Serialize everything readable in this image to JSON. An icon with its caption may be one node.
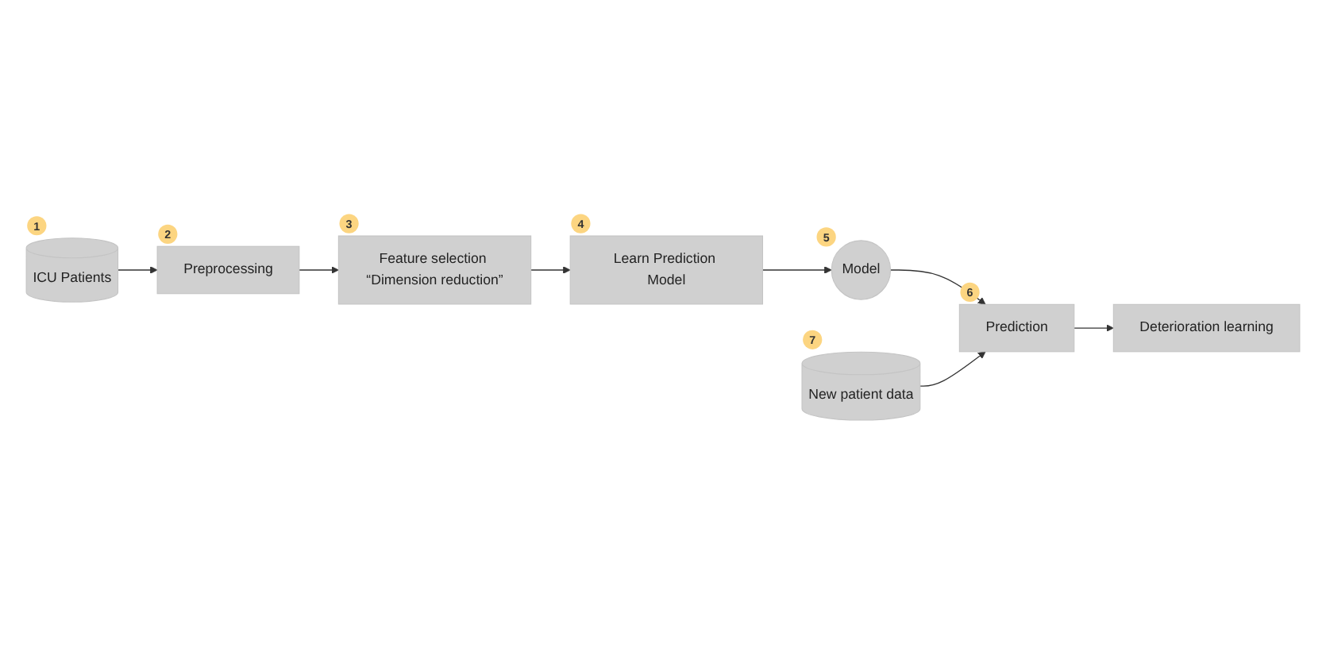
{
  "diagram": {
    "nodes": [
      {
        "text": [
          "ICU Patients"
        ],
        "beside": [
          "1"
        ]
      },
      {
        "text": [
          "Preprocessing"
        ],
        "beside": [
          "2"
        ]
      },
      {
        "text": [
          "Feature selection “Dimension reduction”"
        ],
        "beside": [
          "3"
        ]
      },
      {
        "text": [
          "Learn Prediction Model"
        ],
        "beside": [
          "4"
        ]
      },
      {
        "text": [
          "Model"
        ],
        "beside": [
          "5"
        ]
      },
      {
        "text": [
          "New patient data"
        ],
        "beside": [
          "7"
        ]
      },
      {
        "text": [
          "Prediction"
        ],
        "beside": [
          "6"
        ]
      },
      {
        "text": [
          "Deterioration learning"
        ]
      }
    ],
    "edges": [
      {
        "from": 0,
        "to": 1,
        "arrow": "to"
      },
      {
        "from": 1,
        "to": 2,
        "arrow": "to"
      },
      {
        "from": 2,
        "to": 3,
        "arrow": "to"
      },
      {
        "from": 3,
        "to": 4,
        "arrow": "to"
      },
      {
        "from": 4,
        "to": 6,
        "arrow": "to"
      },
      {
        "from": 5,
        "to": 6,
        "arrow": "to"
      },
      {
        "from": 6,
        "to": 7,
        "arrow": "to"
      }
    ]
  }
}
